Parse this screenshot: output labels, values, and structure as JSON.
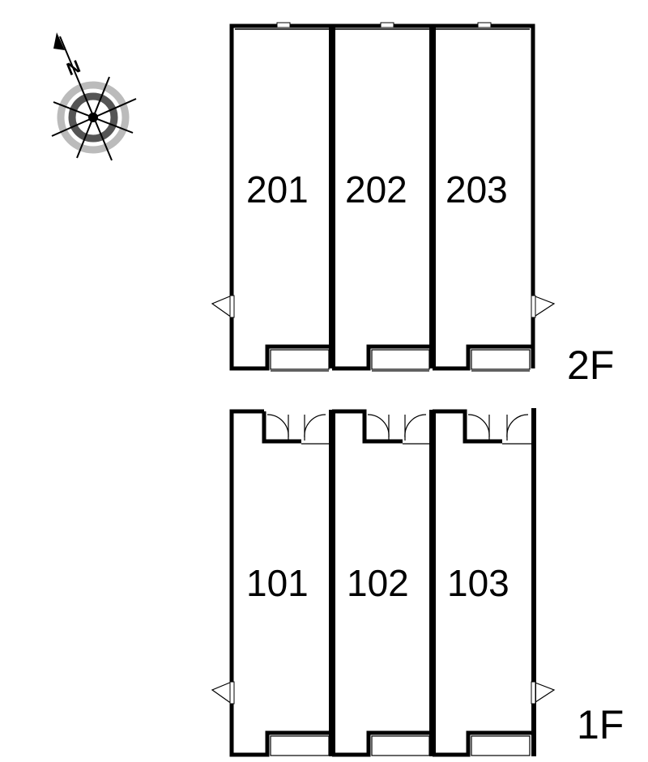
{
  "floors": [
    {
      "label": "2F",
      "units": [
        "201",
        "202",
        "203"
      ]
    },
    {
      "label": "1F",
      "units": [
        "101",
        "102",
        "103"
      ]
    }
  ],
  "compass": {
    "icon": "north-arrow-compass-icon",
    "letter": "N"
  },
  "colors": {
    "line": "#000000",
    "compass_ring_dark": "#555555",
    "compass_ring_light": "#bbbbbb"
  }
}
